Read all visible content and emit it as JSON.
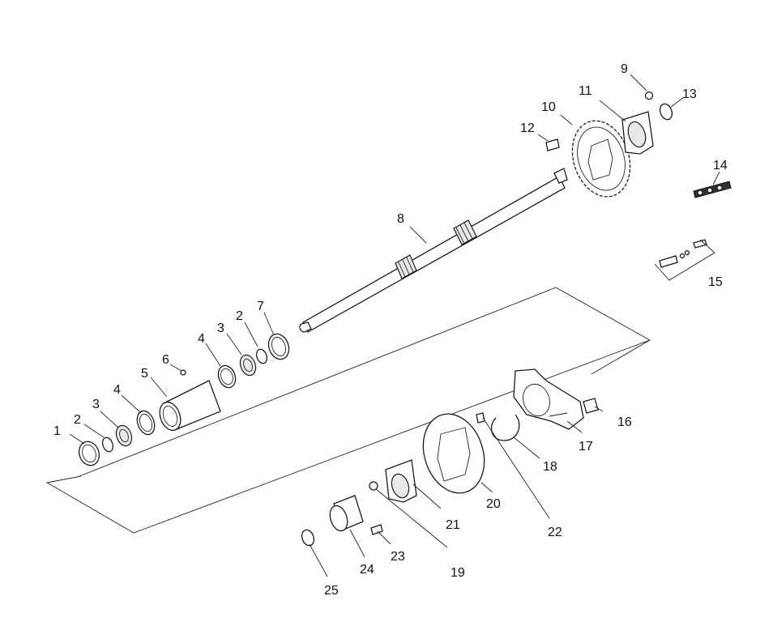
{
  "callouts": [
    {
      "id": "1",
      "label": "1"
    },
    {
      "id": "2a",
      "label": "2"
    },
    {
      "id": "3a",
      "label": "3"
    },
    {
      "id": "4a",
      "label": "4"
    },
    {
      "id": "5",
      "label": "5"
    },
    {
      "id": "6",
      "label": "6"
    },
    {
      "id": "4b",
      "label": "4"
    },
    {
      "id": "3b",
      "label": "3"
    },
    {
      "id": "2b",
      "label": "2"
    },
    {
      "id": "7",
      "label": "7"
    },
    {
      "id": "8",
      "label": "8"
    },
    {
      "id": "9",
      "label": "9"
    },
    {
      "id": "10",
      "label": "10"
    },
    {
      "id": "11",
      "label": "11"
    },
    {
      "id": "12",
      "label": "12"
    },
    {
      "id": "13",
      "label": "13"
    },
    {
      "id": "14",
      "label": "14"
    },
    {
      "id": "15",
      "label": "15"
    },
    {
      "id": "16",
      "label": "16"
    },
    {
      "id": "17",
      "label": "17"
    },
    {
      "id": "18",
      "label": "18"
    },
    {
      "id": "19",
      "label": "19"
    },
    {
      "id": "20",
      "label": "20"
    },
    {
      "id": "21",
      "label": "21"
    },
    {
      "id": "22",
      "label": "22"
    },
    {
      "id": "23",
      "label": "23"
    },
    {
      "id": "24",
      "label": "24"
    },
    {
      "id": "25",
      "label": "25"
    }
  ]
}
